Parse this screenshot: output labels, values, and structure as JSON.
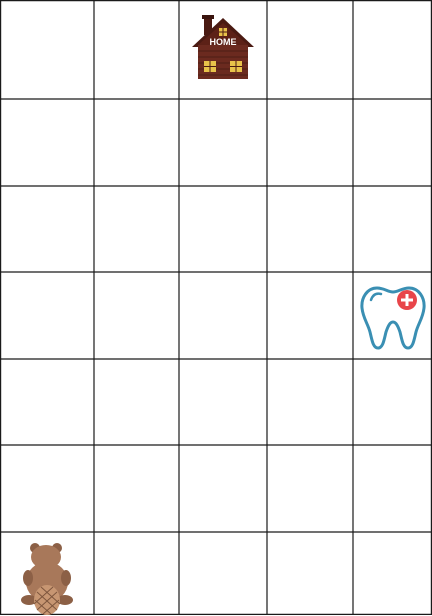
{
  "board": {
    "columns": 5,
    "rows": 7,
    "line_color": "#1a1a1a",
    "background": "#ffffff"
  },
  "pieces": {
    "home": {
      "icon": "house-icon",
      "label": "HOME",
      "row": 0,
      "col": 2,
      "colors": {
        "wall": "#6b2a1f",
        "roof": "#4a1a12",
        "window": "#e8c24a"
      }
    },
    "tooth": {
      "icon": "tooth-icon",
      "row": 3,
      "col": 4,
      "colors": {
        "outline": "#3a8fb3",
        "fill": "#ffffff",
        "badge": "#e8454a"
      }
    },
    "beaver": {
      "icon": "beaver-icon",
      "row": 6,
      "col": 0,
      "colors": {
        "body": "#a8785a",
        "tail": "#c79672",
        "dark": "#6b4630"
      }
    }
  }
}
